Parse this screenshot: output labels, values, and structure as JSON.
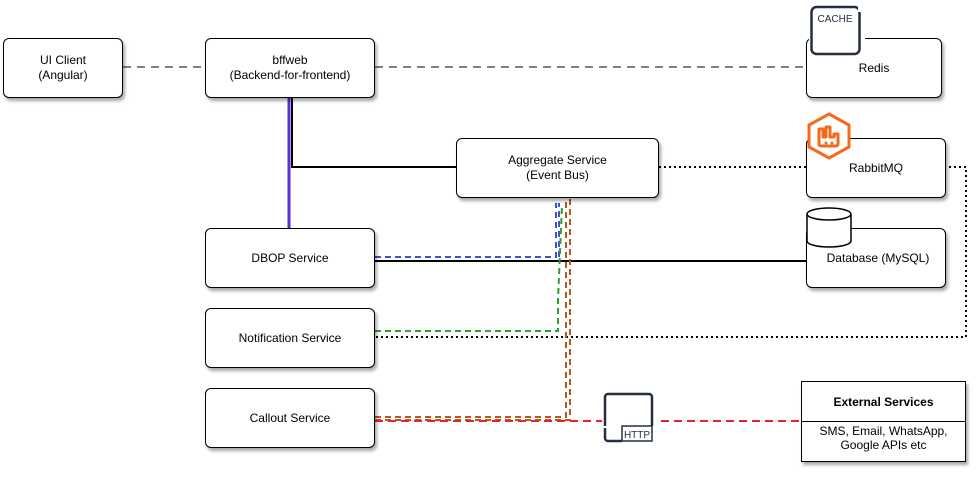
{
  "nodes": {
    "ui_client": {
      "line1": "UI Client",
      "line2": "(Angular)"
    },
    "bffweb": {
      "line1": "bffweb",
      "line2": "(Backend-for-frontend)"
    },
    "redis": {
      "label": "Redis"
    },
    "aggregate": {
      "line1": "Aggregate Service",
      "line2": "(Event Bus)"
    },
    "rabbitmq": {
      "label": "RabbitMQ"
    },
    "dbop": {
      "label": "DBOP Service"
    },
    "database": {
      "label": "Database (MySQL)"
    },
    "notification": {
      "label": "Notification Service"
    },
    "callout": {
      "label": "Callout Service"
    },
    "external": {
      "title": "External Services",
      "line1": "SMS, Email, WhatsApp,",
      "line2": "Google APIs etc"
    }
  },
  "icons": {
    "cache": {
      "name": "cache-icon",
      "text": "CACHE"
    },
    "rabbitmq": {
      "name": "rabbitmq-icon"
    },
    "database": {
      "name": "database-icon"
    },
    "http": {
      "name": "http-icon",
      "text": "HTTP"
    }
  },
  "colors": {
    "bff_dbop": "#5b2fd6",
    "dbop_aggregate": "#3f4fd8",
    "notification_aggregate": "#2ca02c",
    "callout_aggregate": "#b35a1f",
    "callout_external": "#e8232a",
    "rabbitmq_orange": "#f26a1b"
  }
}
